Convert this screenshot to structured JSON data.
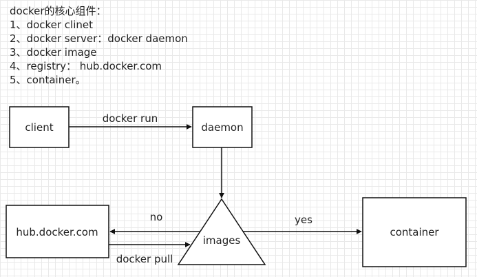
{
  "notes": {
    "heading": "docker的核心组件：",
    "items": [
      "1、docker clinet",
      "2、docker server：docker daemon",
      "3、docker image",
      "4、registry： hub.docker.com",
      "5、container。"
    ]
  },
  "diagram": {
    "nodes": {
      "client": "client",
      "daemon": "daemon",
      "registry": "hub.docker.com",
      "images": "images",
      "container": "container"
    },
    "edges": {
      "run": "docker run",
      "no": "no",
      "yes": "yes",
      "pull": "docker pull"
    }
  }
}
